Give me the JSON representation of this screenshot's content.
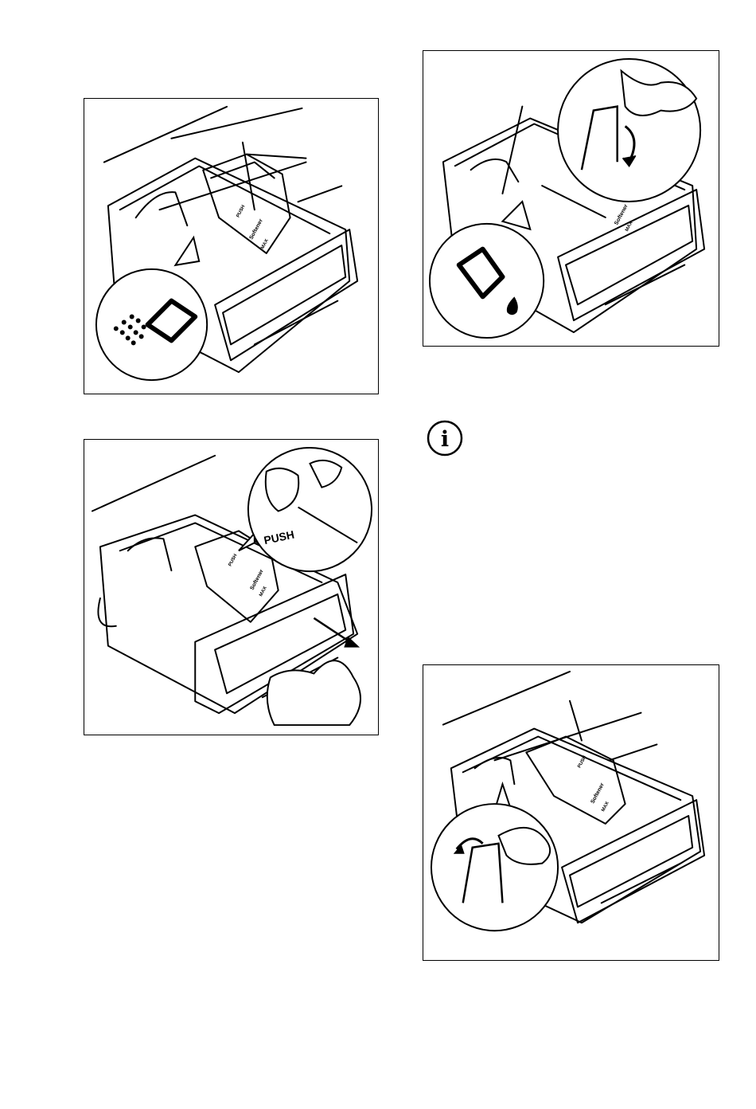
{
  "figures": [
    {
      "id": "fig-powder",
      "labels": {
        "softener": "Softener",
        "max": "MAX",
        "push": "PUSH"
      }
    },
    {
      "id": "fig-liquid",
      "labels": {
        "softener": "Softener",
        "max": "MAX"
      }
    },
    {
      "id": "fig-remove",
      "labels": {
        "push": "PUSH",
        "push_small": "PUSH",
        "softener": "Softener",
        "max": "MAX"
      }
    },
    {
      "id": "fig-flap",
      "labels": {
        "push": "PUSH",
        "softener": "Softener",
        "max": "MAX"
      }
    }
  ],
  "info": {
    "glyph": "i"
  },
  "icons": {
    "powder": "powder-detergent-icon",
    "liquid": "liquid-detergent-icon",
    "info": "info-icon",
    "arrow": "pull-arrow-icon"
  }
}
